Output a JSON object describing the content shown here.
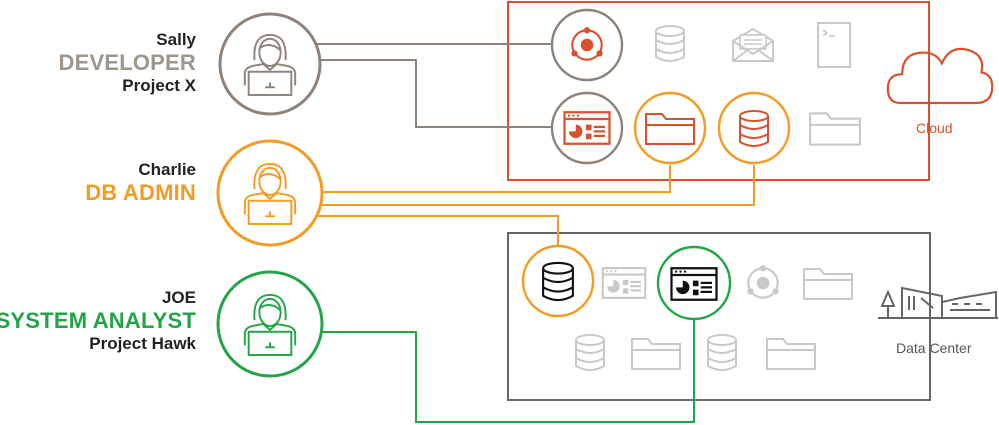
{
  "people": [
    {
      "name": "Sally",
      "role": "DEVELOPER",
      "project": "Project X",
      "role_color": "#a0958b",
      "ring_color": "#8e8279"
    },
    {
      "name": "Charlie",
      "role": "DB ADMIN",
      "project": "",
      "role_color": "#f39b22",
      "ring_color": "#f39b22"
    },
    {
      "name": "JOE",
      "role": "SYSTEM ANALYST",
      "project": "Project Hawk",
      "role_color": "#23a447",
      "ring_color": "#23a447"
    }
  ],
  "groups": {
    "cloud": {
      "label": "Cloud",
      "color": "#d9512c",
      "icon": "cloud-icon"
    },
    "datacenter": {
      "label": "Data Center",
      "color": "#666666",
      "icon": "data-center-building-icon"
    }
  },
  "colors": {
    "sally": "#8e8279",
    "charlie": "#f39b22",
    "joe": "#23a447",
    "muted": "#c8c8c8",
    "accent": "#d9512c"
  }
}
